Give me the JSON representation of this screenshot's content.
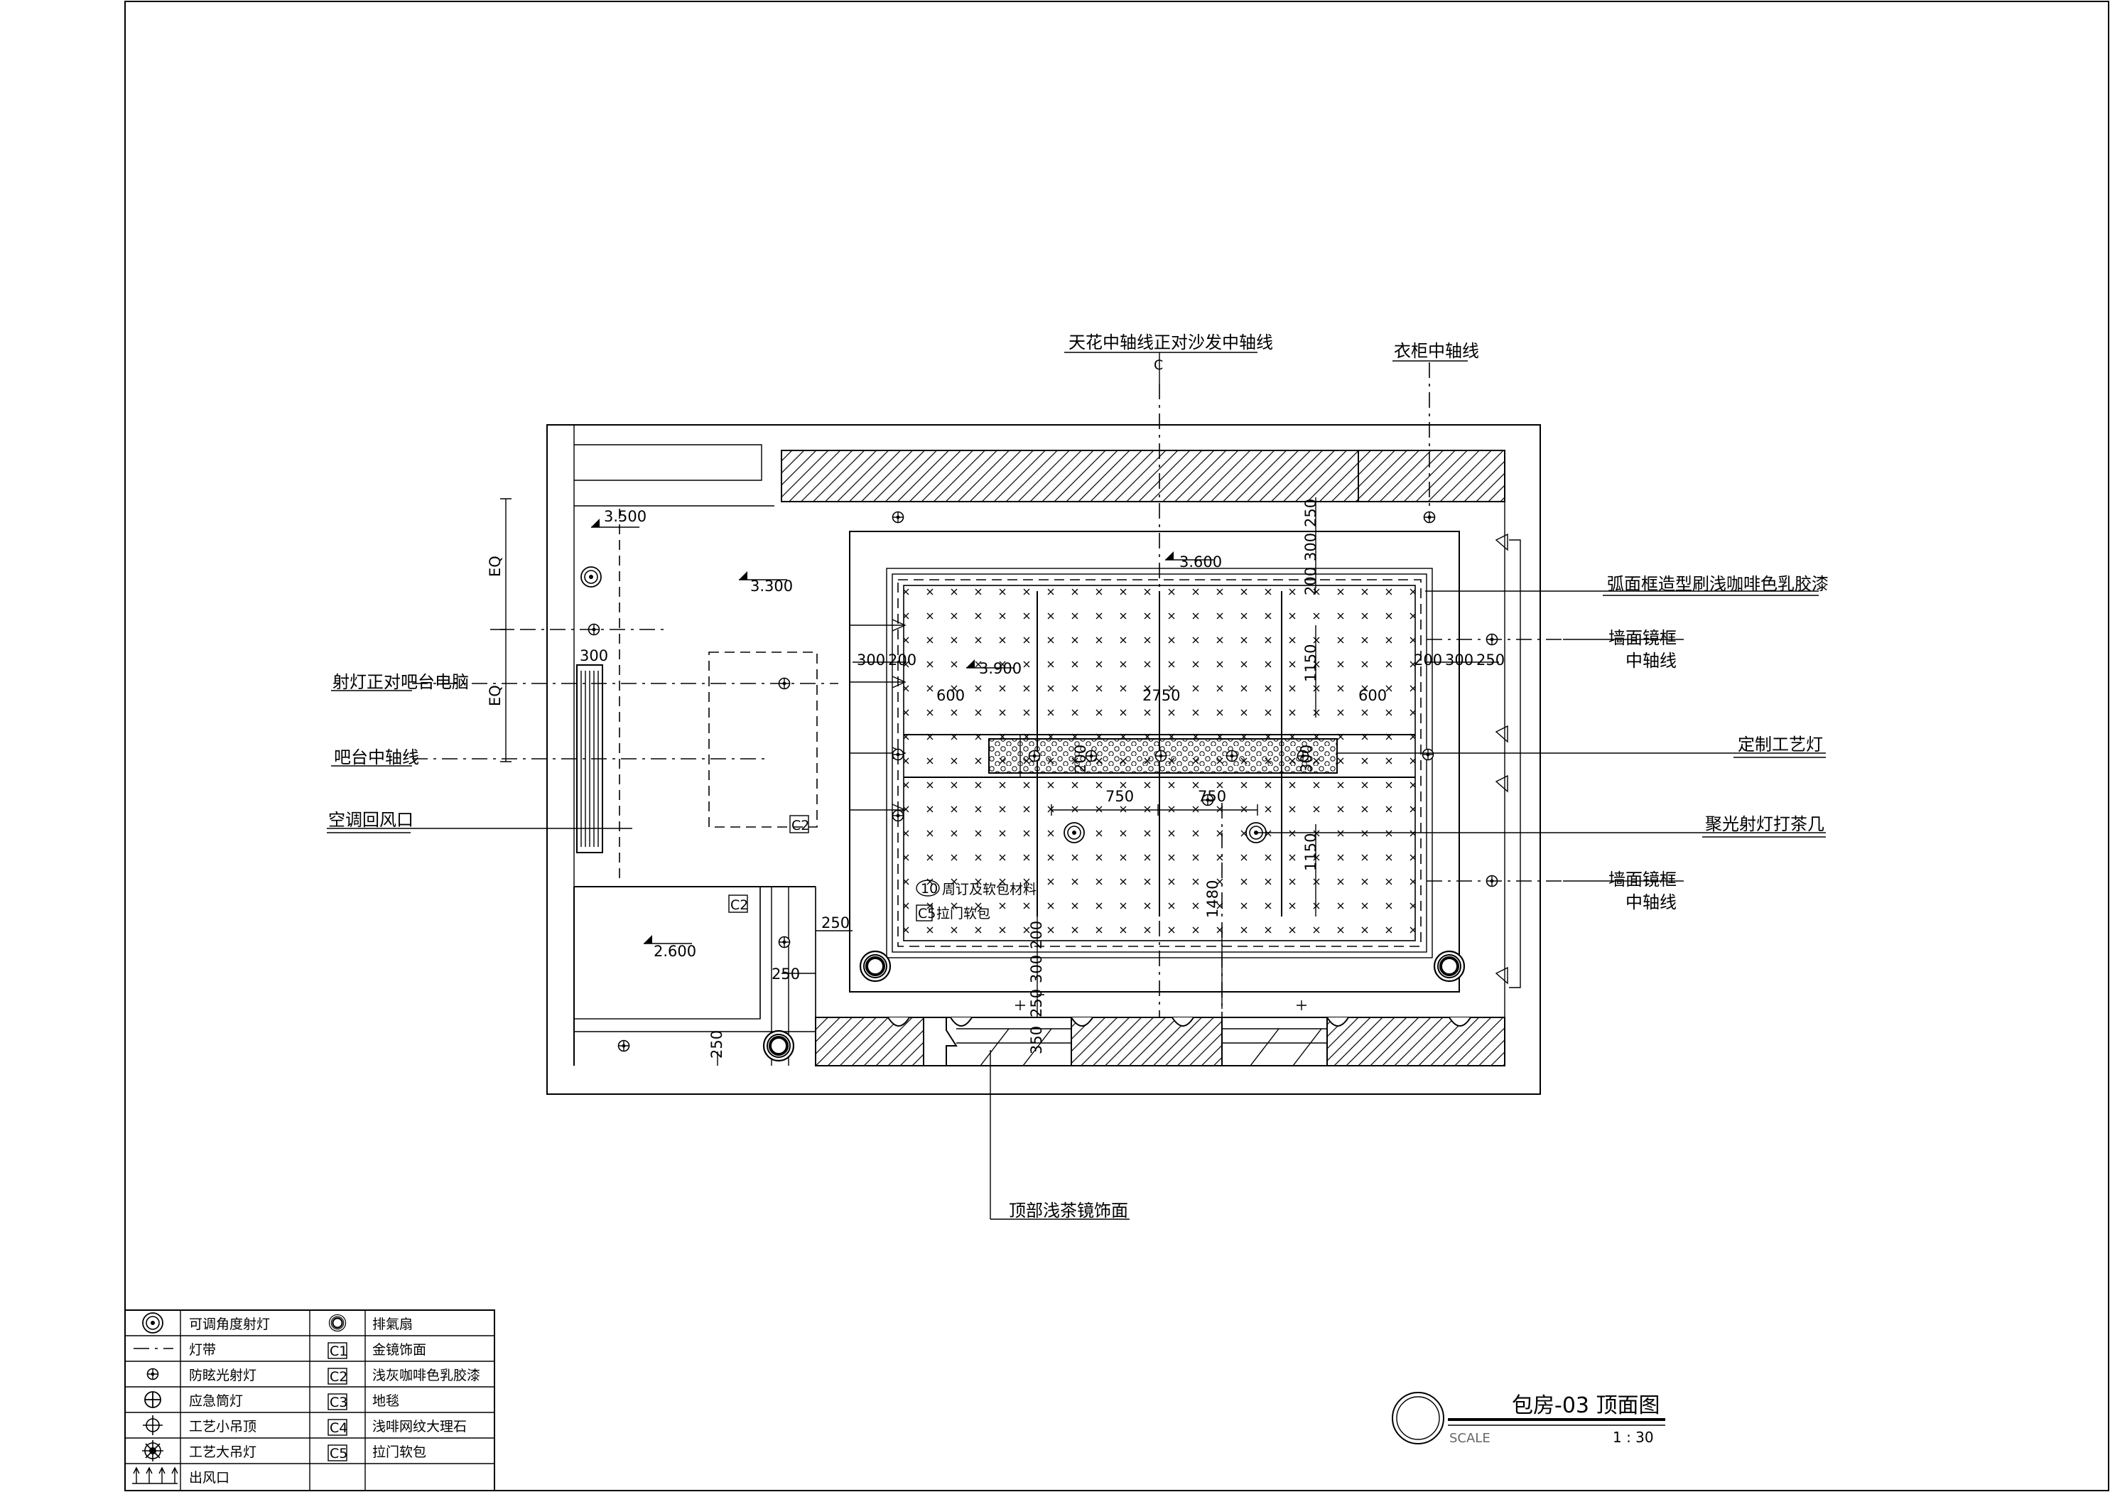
{
  "annotations": {
    "ceiling_axis": "天花中轴线正对沙发中轴线",
    "ceiling_axis_mark": "C",
    "wardrobe_axis": "衣柜中轴线",
    "arc_frame": "弧面框造型刷浅咖啡色乳胶漆",
    "mirror_axis_1": "墙面镜框",
    "mirror_axis_1b": "中轴线",
    "custom_lamp": "定制工艺灯",
    "spot_table": "聚光射灯打茶几",
    "mirror_axis_2": "墙面镜框",
    "mirror_axis_2b": "中轴线",
    "spot_computer": "射灯正对吧台电脑",
    "bar_axis": "吧台中轴线",
    "ac_return": "空调回风口",
    "mirror_top": "顶部浅茶镜饰面",
    "soft_pack_1": "周订及软包材料",
    "soft_pack_2": "拉门软包",
    "soft_pack_tag1": "10",
    "soft_pack_tag2": "C5"
  },
  "levels": [
    "3.500",
    "3.300",
    "3.600",
    "3.900",
    "2.600"
  ],
  "tags": [
    "C2",
    "C2"
  ],
  "dimensions": {
    "d300a": "300",
    "d200a": "200",
    "d600a": "600",
    "d2750": "2750",
    "d600b": "600",
    "d200b": "200",
    "d300b": "300",
    "d250a": "250",
    "d250top": "250",
    "d300top": "300",
    "d200top": "200",
    "d1150a": "1150",
    "d1150b": "1150",
    "d750a": "750",
    "d750b": "750",
    "d200c": "200",
    "d300c": "300",
    "d200bot": "200",
    "d300bot": "300",
    "d250bot": "250",
    "d350bot": "350",
    "d1480": "1480",
    "d300d": "300",
    "d250e": "250",
    "d250f": "250",
    "d250g": "250",
    "eq1": "EQ",
    "eq2": "EQ"
  },
  "legend": {
    "left": [
      {
        "icon": "adjustable-spotlight-icon",
        "label": "可调角度射灯"
      },
      {
        "icon": "light-strip-icon",
        "label": "灯带"
      },
      {
        "icon": "anti-glare-spotlight-icon",
        "label": "防眩光射灯"
      },
      {
        "icon": "emergency-light-icon",
        "label": "应急筒灯"
      },
      {
        "icon": "small-pendant-icon",
        "label": "工艺小吊顶"
      },
      {
        "icon": "large-pendant-icon",
        "label": "工艺大吊灯"
      },
      {
        "icon": "air-outlet-icon",
        "label": "出风口"
      }
    ],
    "right": [
      {
        "icon": "exhaust-fan-icon",
        "label": "排氣扇",
        "code": ""
      },
      {
        "icon": "",
        "label": "金镜饰面",
        "code": "C1"
      },
      {
        "icon": "",
        "label": "浅灰咖啡色乳胶漆",
        "code": "C2"
      },
      {
        "icon": "",
        "label": "地毯",
        "code": "C3"
      },
      {
        "icon": "",
        "label": "浅啡网纹大理石",
        "code": "C4"
      },
      {
        "icon": "",
        "label": "拉门软包",
        "code": "C5"
      }
    ]
  },
  "title_block": {
    "title": "包房-03  顶面图",
    "scale_label": "SCALE",
    "scale_value": "1 : 30"
  }
}
